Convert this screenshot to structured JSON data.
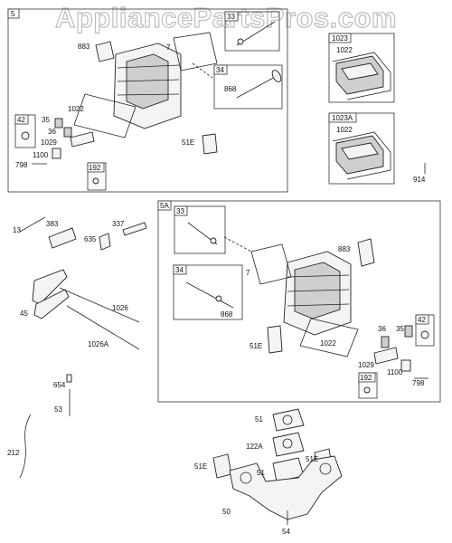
{
  "watermark": "AppliancePartsPros.com",
  "groups": {
    "g5": "5",
    "g1023": "1023",
    "g1023a": "1023A",
    "g5a": "5A",
    "g42a": "42",
    "g192a": "192",
    "g34a": "34",
    "g33a": "33",
    "g33b": "33",
    "g34b": "34",
    "g42b": "42",
    "g192b": "192"
  },
  "labels": {
    "l883a": "883",
    "l7a": "7",
    "l868a": "868",
    "l1022a": "1022",
    "l35a": "35",
    "l36a": "36",
    "l1029a": "1029",
    "l1100a": "1100",
    "l798a": "798",
    "l51ea": "51E",
    "l1022b": "1022",
    "l1022c": "1022",
    "l914": "914",
    "l13": "13",
    "l383": "383",
    "l337": "337",
    "l635": "635",
    "l45": "45",
    "l1026": "1026",
    "l1026a": "1026A",
    "l654": "654",
    "l53": "53",
    "l212": "212",
    "l883b": "883",
    "l7b": "7",
    "l868b": "868",
    "l51eb": "51E",
    "l1022d": "1022",
    "l36b": "36",
    "l35b": "35",
    "l1029b": "1029",
    "l1100b": "1100",
    "l798b": "798",
    "l51a": "51",
    "l122a": "122A",
    "l51ec": "51E",
    "l51ed": "51E",
    "l51b": "51",
    "l54": "54",
    "l50": "50"
  }
}
